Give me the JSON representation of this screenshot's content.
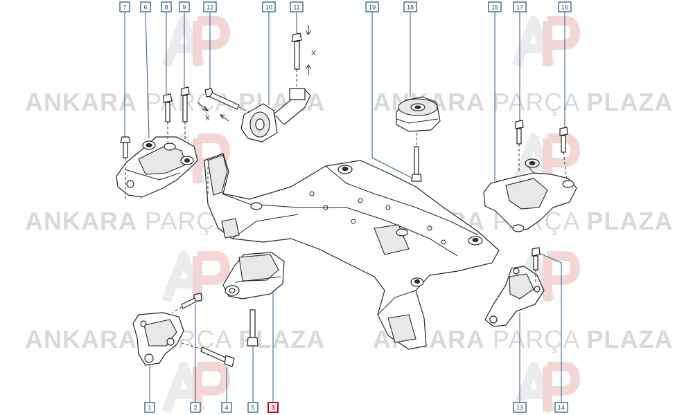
{
  "watermark": {
    "word1": "ANKARA",
    "word2": "PARÇA",
    "word3": "PLAZA"
  },
  "dimension_label": "X",
  "callouts": [
    {
      "id": "c1",
      "label": "1"
    },
    {
      "id": "c2",
      "label": "2"
    },
    {
      "id": "c3",
      "label": "3",
      "highlighted": true
    },
    {
      "id": "c4",
      "label": "4"
    },
    {
      "id": "c5",
      "label": "5"
    },
    {
      "id": "c6",
      "label": "6"
    },
    {
      "id": "c7",
      "label": "7"
    },
    {
      "id": "c8",
      "label": "8"
    },
    {
      "id": "c9",
      "label": "9"
    },
    {
      "id": "c10",
      "label": "10"
    },
    {
      "id": "c11",
      "label": "11"
    },
    {
      "id": "c12",
      "label": "12"
    },
    {
      "id": "c13",
      "label": "13"
    },
    {
      "id": "c14",
      "label": "14"
    },
    {
      "id": "c15",
      "label": "15"
    },
    {
      "id": "c16",
      "label": "16"
    },
    {
      "id": "c17",
      "label": "17"
    },
    {
      "id": "c18",
      "label": "18"
    },
    {
      "id": "c19",
      "label": "19"
    }
  ],
  "colors": {
    "callout_border": "#2a5a8a",
    "callout_highlight": "#d0021b",
    "watermark": "#d9d9d9"
  }
}
